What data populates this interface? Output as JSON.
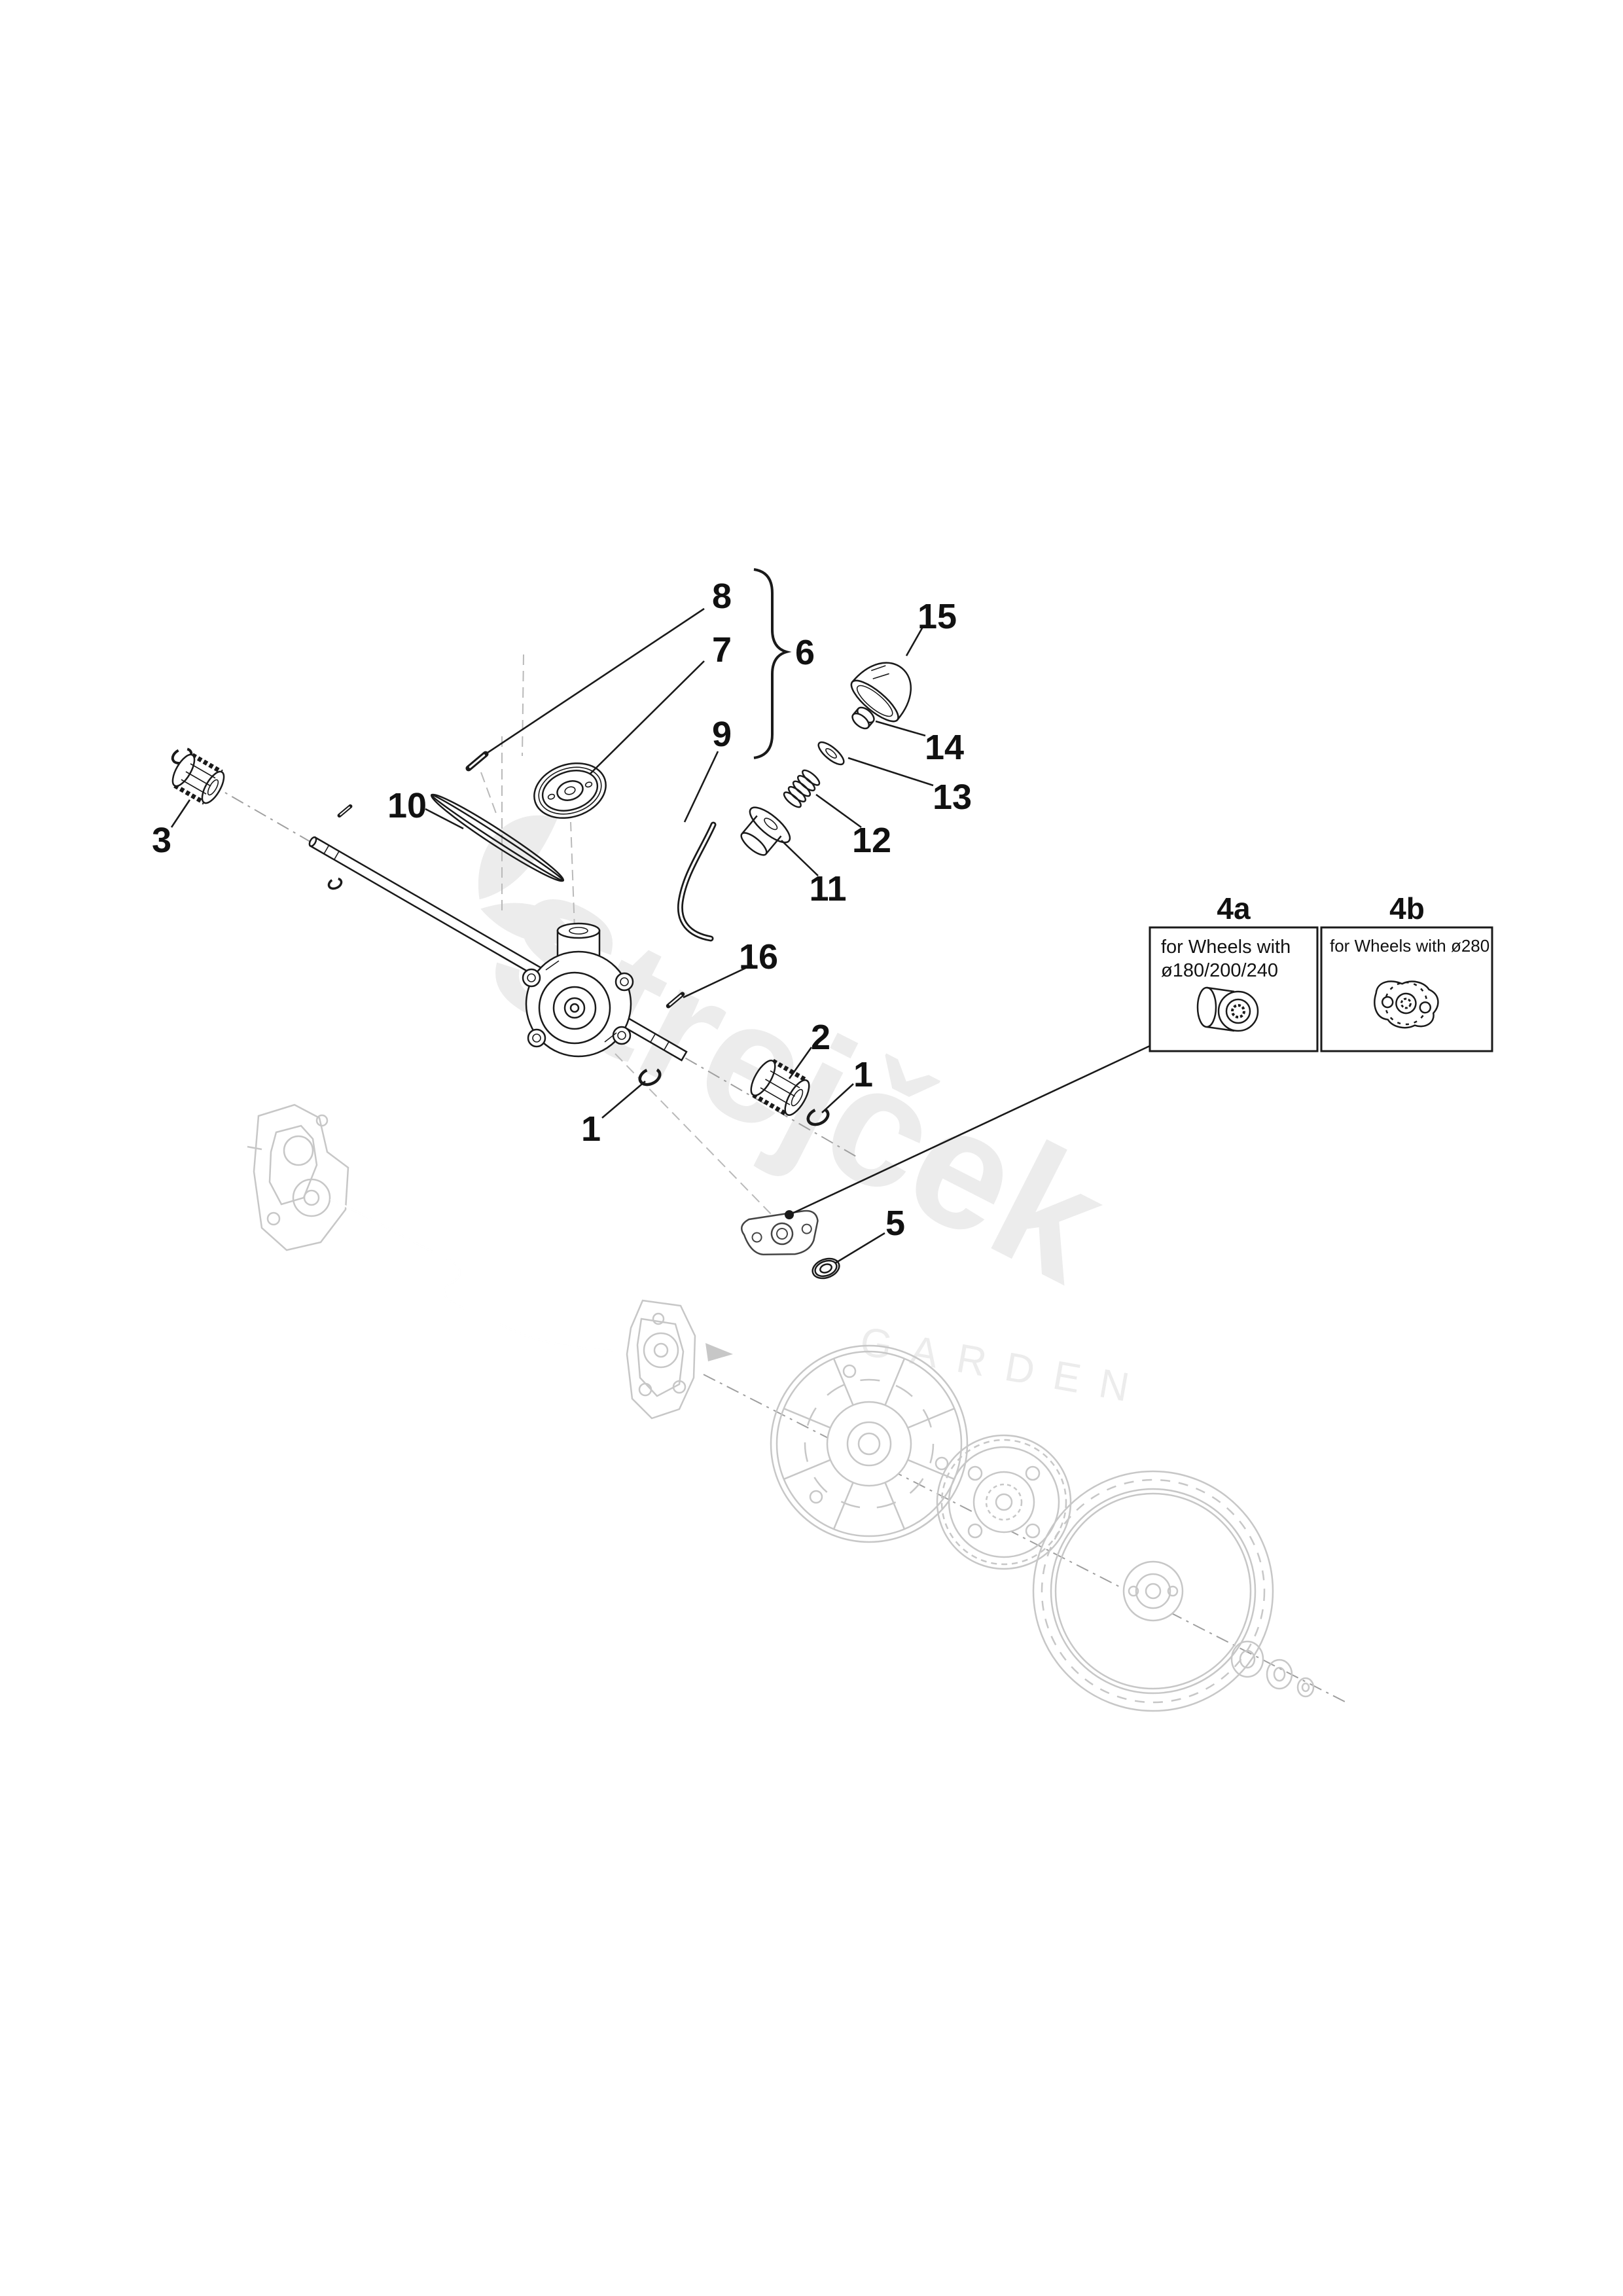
{
  "colors": {
    "background": "#ffffff",
    "line": "#1a1a1a",
    "ghost_parts": "#c7c7c7",
    "watermark": "#ececec"
  },
  "watermark": {
    "brand": "Strejček",
    "subtitle": "GARDEN"
  },
  "callouts": {
    "n8": "8",
    "n7": "7",
    "n6": "6",
    "n9": "9",
    "n15": "15",
    "n14": "14",
    "n13": "13",
    "n12": "12",
    "n11": "11",
    "n10": "10",
    "n3": "3",
    "n16": "16",
    "n2": "2",
    "n1_right": "1",
    "n1_left": "1",
    "n5": "5"
  },
  "insets": {
    "a": {
      "label": "4a",
      "caption_line1": "for Wheels with",
      "caption_line2": "ø180/200/240"
    },
    "b": {
      "label": "4b",
      "caption": "for Wheels with ø280"
    }
  }
}
